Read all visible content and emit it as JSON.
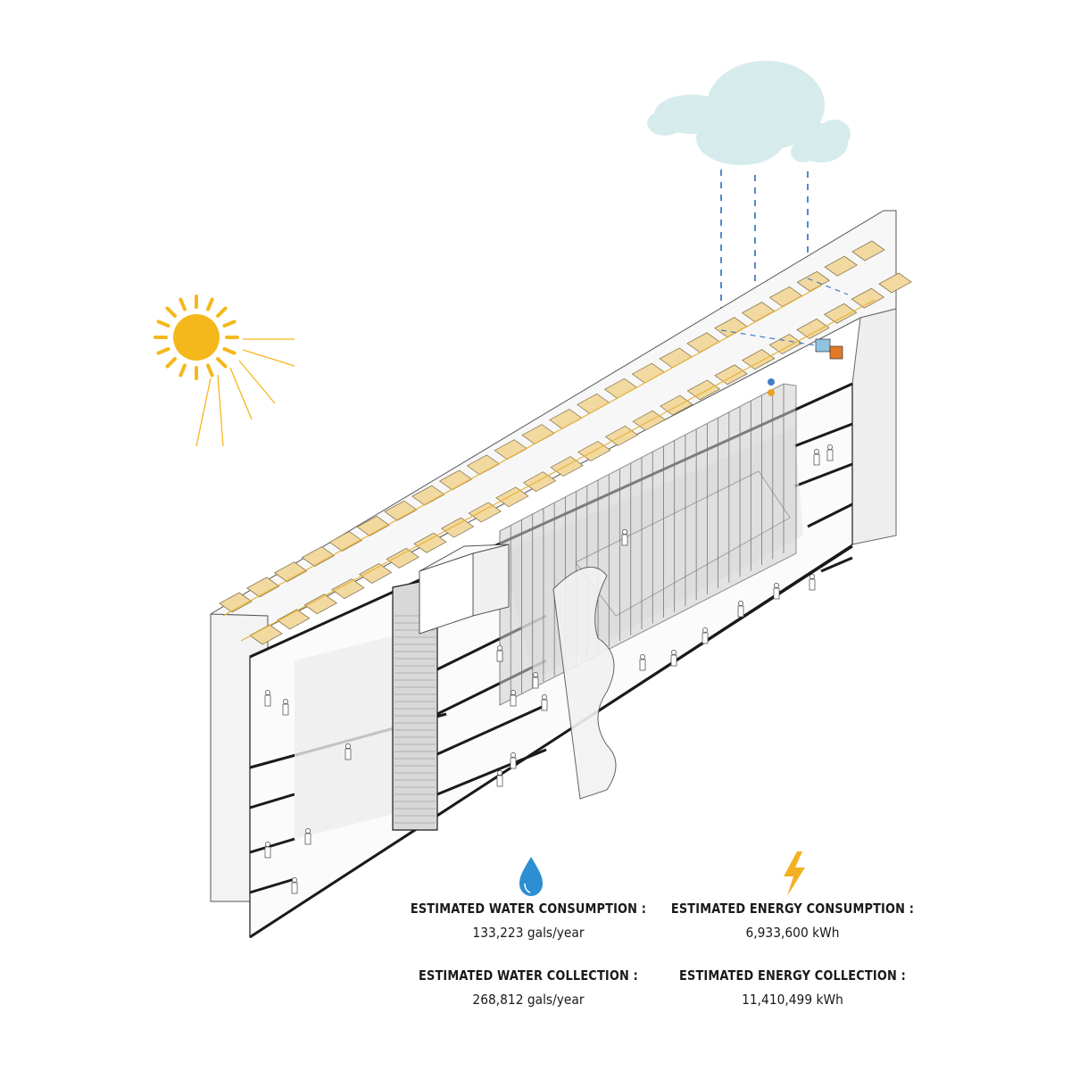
{
  "stats": {
    "water_consumption": {
      "label": "ESTIMATED WATER CONSUMPTION :",
      "value": "133,223 gals/year"
    },
    "water_collection": {
      "label": "ESTIMATED WATER COLLECTION :",
      "value": "268,812 gals/year"
    },
    "energy_consumption": {
      "label": "ESTIMATED ENERGY CONSUMPTION :",
      "value": "6,933,600 kWh"
    },
    "energy_collection": {
      "label": "ESTIMATED ENERGY COLLECTION :",
      "value": "11,410,499 kWh"
    }
  },
  "icons": {
    "water": "water-drop-icon",
    "energy": "lightning-bolt-icon",
    "sun": "sun-icon",
    "cloud": "cloud-icon"
  },
  "colors": {
    "sun": "#f5b81c",
    "water": "#2d8fd1",
    "energy": "#f2b024",
    "cloud": "#d6ebec",
    "rain": "#3f7ec4",
    "solar_panel": "#f2d9a0",
    "line": "#1a1a1a"
  }
}
